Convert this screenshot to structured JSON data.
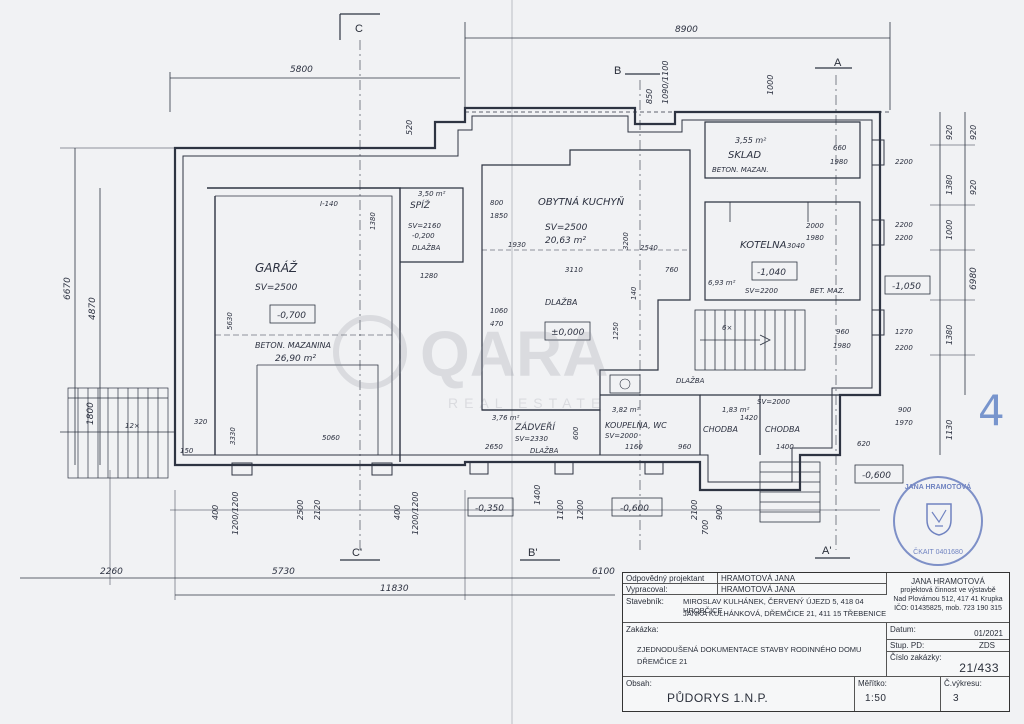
{
  "plan": {
    "section_marks": [
      "C",
      "B",
      "A",
      "C'",
      "B'",
      "A'"
    ],
    "dims_top": [
      "5800",
      "8900",
      "520",
      "850",
      "1090/1100",
      "1000"
    ],
    "dims_bottom": [
      "2260",
      "5730",
      "6100",
      "11830"
    ],
    "dims_left": [
      "6670",
      "4870",
      "1800"
    ],
    "dims_right": [
      "920",
      "1380",
      "1000",
      "6980",
      "920",
      "920",
      "1380",
      "1130"
    ],
    "dims_lower": [
      "400",
      "1200/1200",
      "2500",
      "2120",
      "400",
      "1200/1200",
      "1100",
      "1200",
      "2100",
      "700",
      "900",
      "1400"
    ],
    "rooms": [
      {
        "name": "GARÁŽ",
        "sv": "SV=2500",
        "area": "26,90 m²",
        "floor": "BETON. MAZANINA",
        "level": "-0,700"
      },
      {
        "name": "SPÍŽ",
        "sv": "SV=2160",
        "area": "3,50 m²",
        "floor": "DLAŽBA",
        "level": "-0,200"
      },
      {
        "name": "OBYTNÁ KUCHYŇ",
        "sv": "SV=2500",
        "area": "20,63 m²",
        "floor": "DLAŽBA",
        "level": "±0,000"
      },
      {
        "name": "SKLAD",
        "sv": "",
        "area": "3,55 m²",
        "floor": "BETON. MAZAN.",
        "level": ""
      },
      {
        "name": "KOTELNA",
        "sv": "SV=2200",
        "area": "6,93 m²",
        "floor": "BET. MAZ.",
        "level": "-1,040"
      },
      {
        "name": "ZÁDVEŘÍ",
        "sv": "SV=2330",
        "area": "3,76 m²",
        "floor": "DLAŽBA",
        "level": ""
      },
      {
        "name": "KOUPELNA, WC",
        "sv": "SV=2000",
        "area": "3,82 m²",
        "floor": "",
        "level": ""
      },
      {
        "name": "CHODBA",
        "sv": "",
        "area": "1,83 m²",
        "floor": "DLAŽBA",
        "level": ""
      },
      {
        "name": "CHODBA",
        "sv": "SV=2000",
        "area": "",
        "floor": "",
        "level": ""
      }
    ],
    "inner_dims": [
      "I-140",
      "1380",
      "1280",
      "800",
      "1850",
      "1930",
      "3200",
      "2540",
      "3110",
      "760",
      "5630",
      "1060",
      "470",
      "1250",
      "140",
      "320",
      "5060",
      "150",
      "3330",
      "2650",
      "600",
      "1160",
      "960",
      "1400",
      "3040",
      "2000",
      "1980",
      "660",
      "1980",
      "2200",
      "2200",
      "2200",
      "1270",
      "2200",
      "960",
      "1980",
      "900",
      "1970",
      "620",
      "1420",
      "6×",
      "12×"
    ],
    "levels_outside": [
      "-1,050",
      "-0,600",
      "-0,350",
      "-0,600"
    ],
    "sheet_number": "4"
  },
  "watermark": {
    "brand": "QARA",
    "tag": "REAL ESTATE"
  },
  "stamp": {
    "top": "JANA HRAMOTOVÁ",
    "bottom": "ČKAIT 0401680"
  },
  "titleblock": {
    "responsible_label": "Odpovědný projektant",
    "responsible_value": "HRAMOTOVÁ JANA",
    "drafted_label": "Vypracoval:",
    "drafted_value": "HRAMOTOVÁ JANA",
    "firm_name": "JANA HRAMOTOVÁ",
    "firm_line1": "projektová činnost ve výstavbě",
    "firm_line2": "Nad Plovárnou 512, 417 41 Krupka",
    "firm_line3": "IČO: 01435825, mob. 723 190 315",
    "investor_label": "Stavebník:",
    "investor_line1": "MIROSLAV KULHÁNEK, ČERVENÝ ÚJEZD 5, 418 04 HROBČICE",
    "investor_line2": "JANKA KULHÁNKOVÁ, DŘEMČICE 21, 411 15 TŘEBENICE",
    "order_label": "Zakázka:",
    "order_line1": "ZJEDNODUŠENÁ DOKUMENTACE STAVBY RODINNÉHO DOMU",
    "order_line2": "DŘEMČICE 21",
    "date_label": "Datum:",
    "date_value": "01/2021",
    "stage_label": "Stup. PD:",
    "stage_value": "ZDS",
    "jobno_label": "Číslo zakázky:",
    "jobno_value": "21/433",
    "content_label": "Obsah:",
    "content_value": "PŮDORYS 1.N.P.",
    "scale_label": "Měřítko:",
    "scale_value": "1:50",
    "drawing_label": "Č.výkresu:",
    "drawing_value": "3"
  }
}
